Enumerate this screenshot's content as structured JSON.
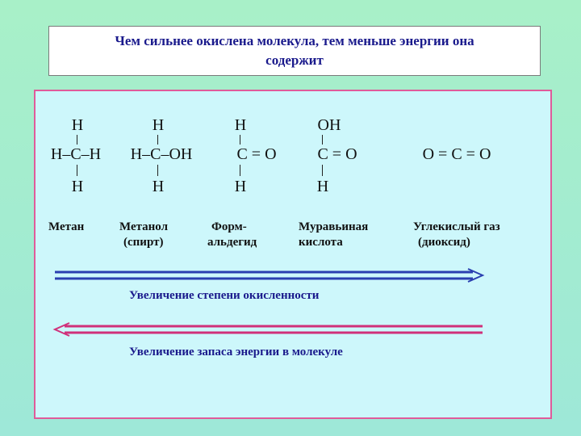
{
  "title": {
    "line1": "Чем сильнее окислена молекула, тем меньше энергии она",
    "line2": "содержит"
  },
  "molecules": [
    {
      "top": "H",
      "mid": "H–C–H",
      "bottom": "H",
      "name1": "Метан",
      "name2": ""
    },
    {
      "top": "H",
      "mid": "H–C–OH",
      "bottom": "H",
      "name1": "Метанол",
      "name2": "(спирт)"
    },
    {
      "top": "H",
      "mid": "C = O",
      "bottom": "H",
      "name1": "Форм-",
      "name2": "альдегид"
    },
    {
      "top": "OH",
      "mid": "C = O",
      "bottom": "H",
      "name1": "Муравьиная",
      "name2": "кислота"
    },
    {
      "top": "",
      "mid": "O = C = O",
      "bottom": "",
      "name1": "Углекислый газ",
      "name2": "(диоксид)"
    }
  ],
  "arrows": {
    "oxidation_label": "Увеличение степени окисленности",
    "energy_label": "Увеличение  запаса энергии в молекуле"
  },
  "colors": {
    "background": "#a8f0c8",
    "panel": "#cdf7fb",
    "panel_border": "#e05a9a",
    "oxidation_arrow": "#2a3fb0",
    "energy_arrow": "#d0307a",
    "text": "#1a1a8c"
  }
}
